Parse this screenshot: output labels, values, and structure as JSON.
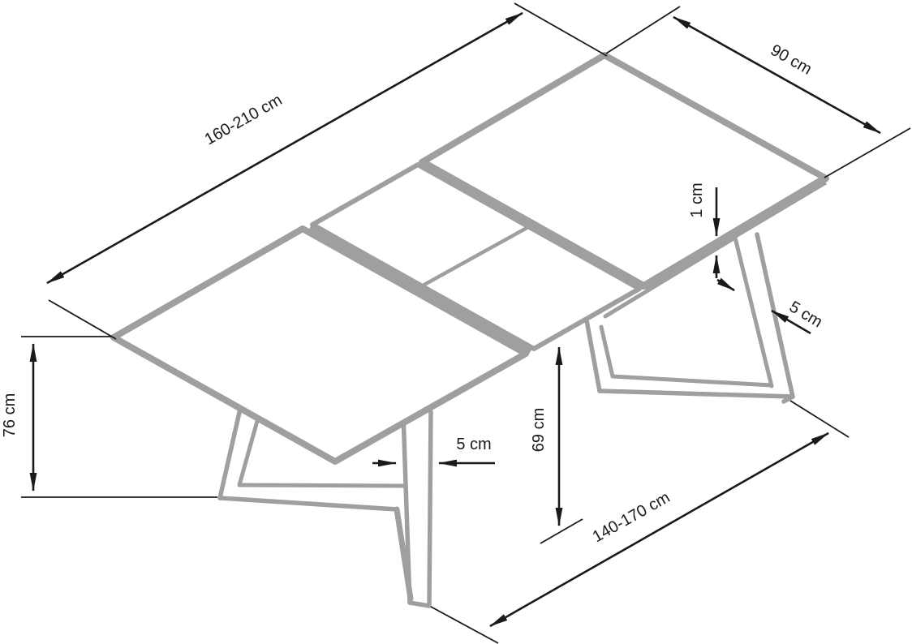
{
  "diagram": {
    "subject": "Extendable dining table technical dimension drawing",
    "colors": {
      "furniture_gray": "#9f9f9f",
      "dimension_black": "#1a1a1a",
      "background": "#ffffff"
    },
    "dimensions": {
      "table_length": "160-210 cm",
      "table_width": "90 cm",
      "top_thickness": "1 cm",
      "leg_profile_right": "5 cm",
      "table_height": "76 cm",
      "leg_profile_left": "5 cm",
      "under_table_clearance": "69 cm",
      "base_span_length": "140-170 cm"
    }
  }
}
